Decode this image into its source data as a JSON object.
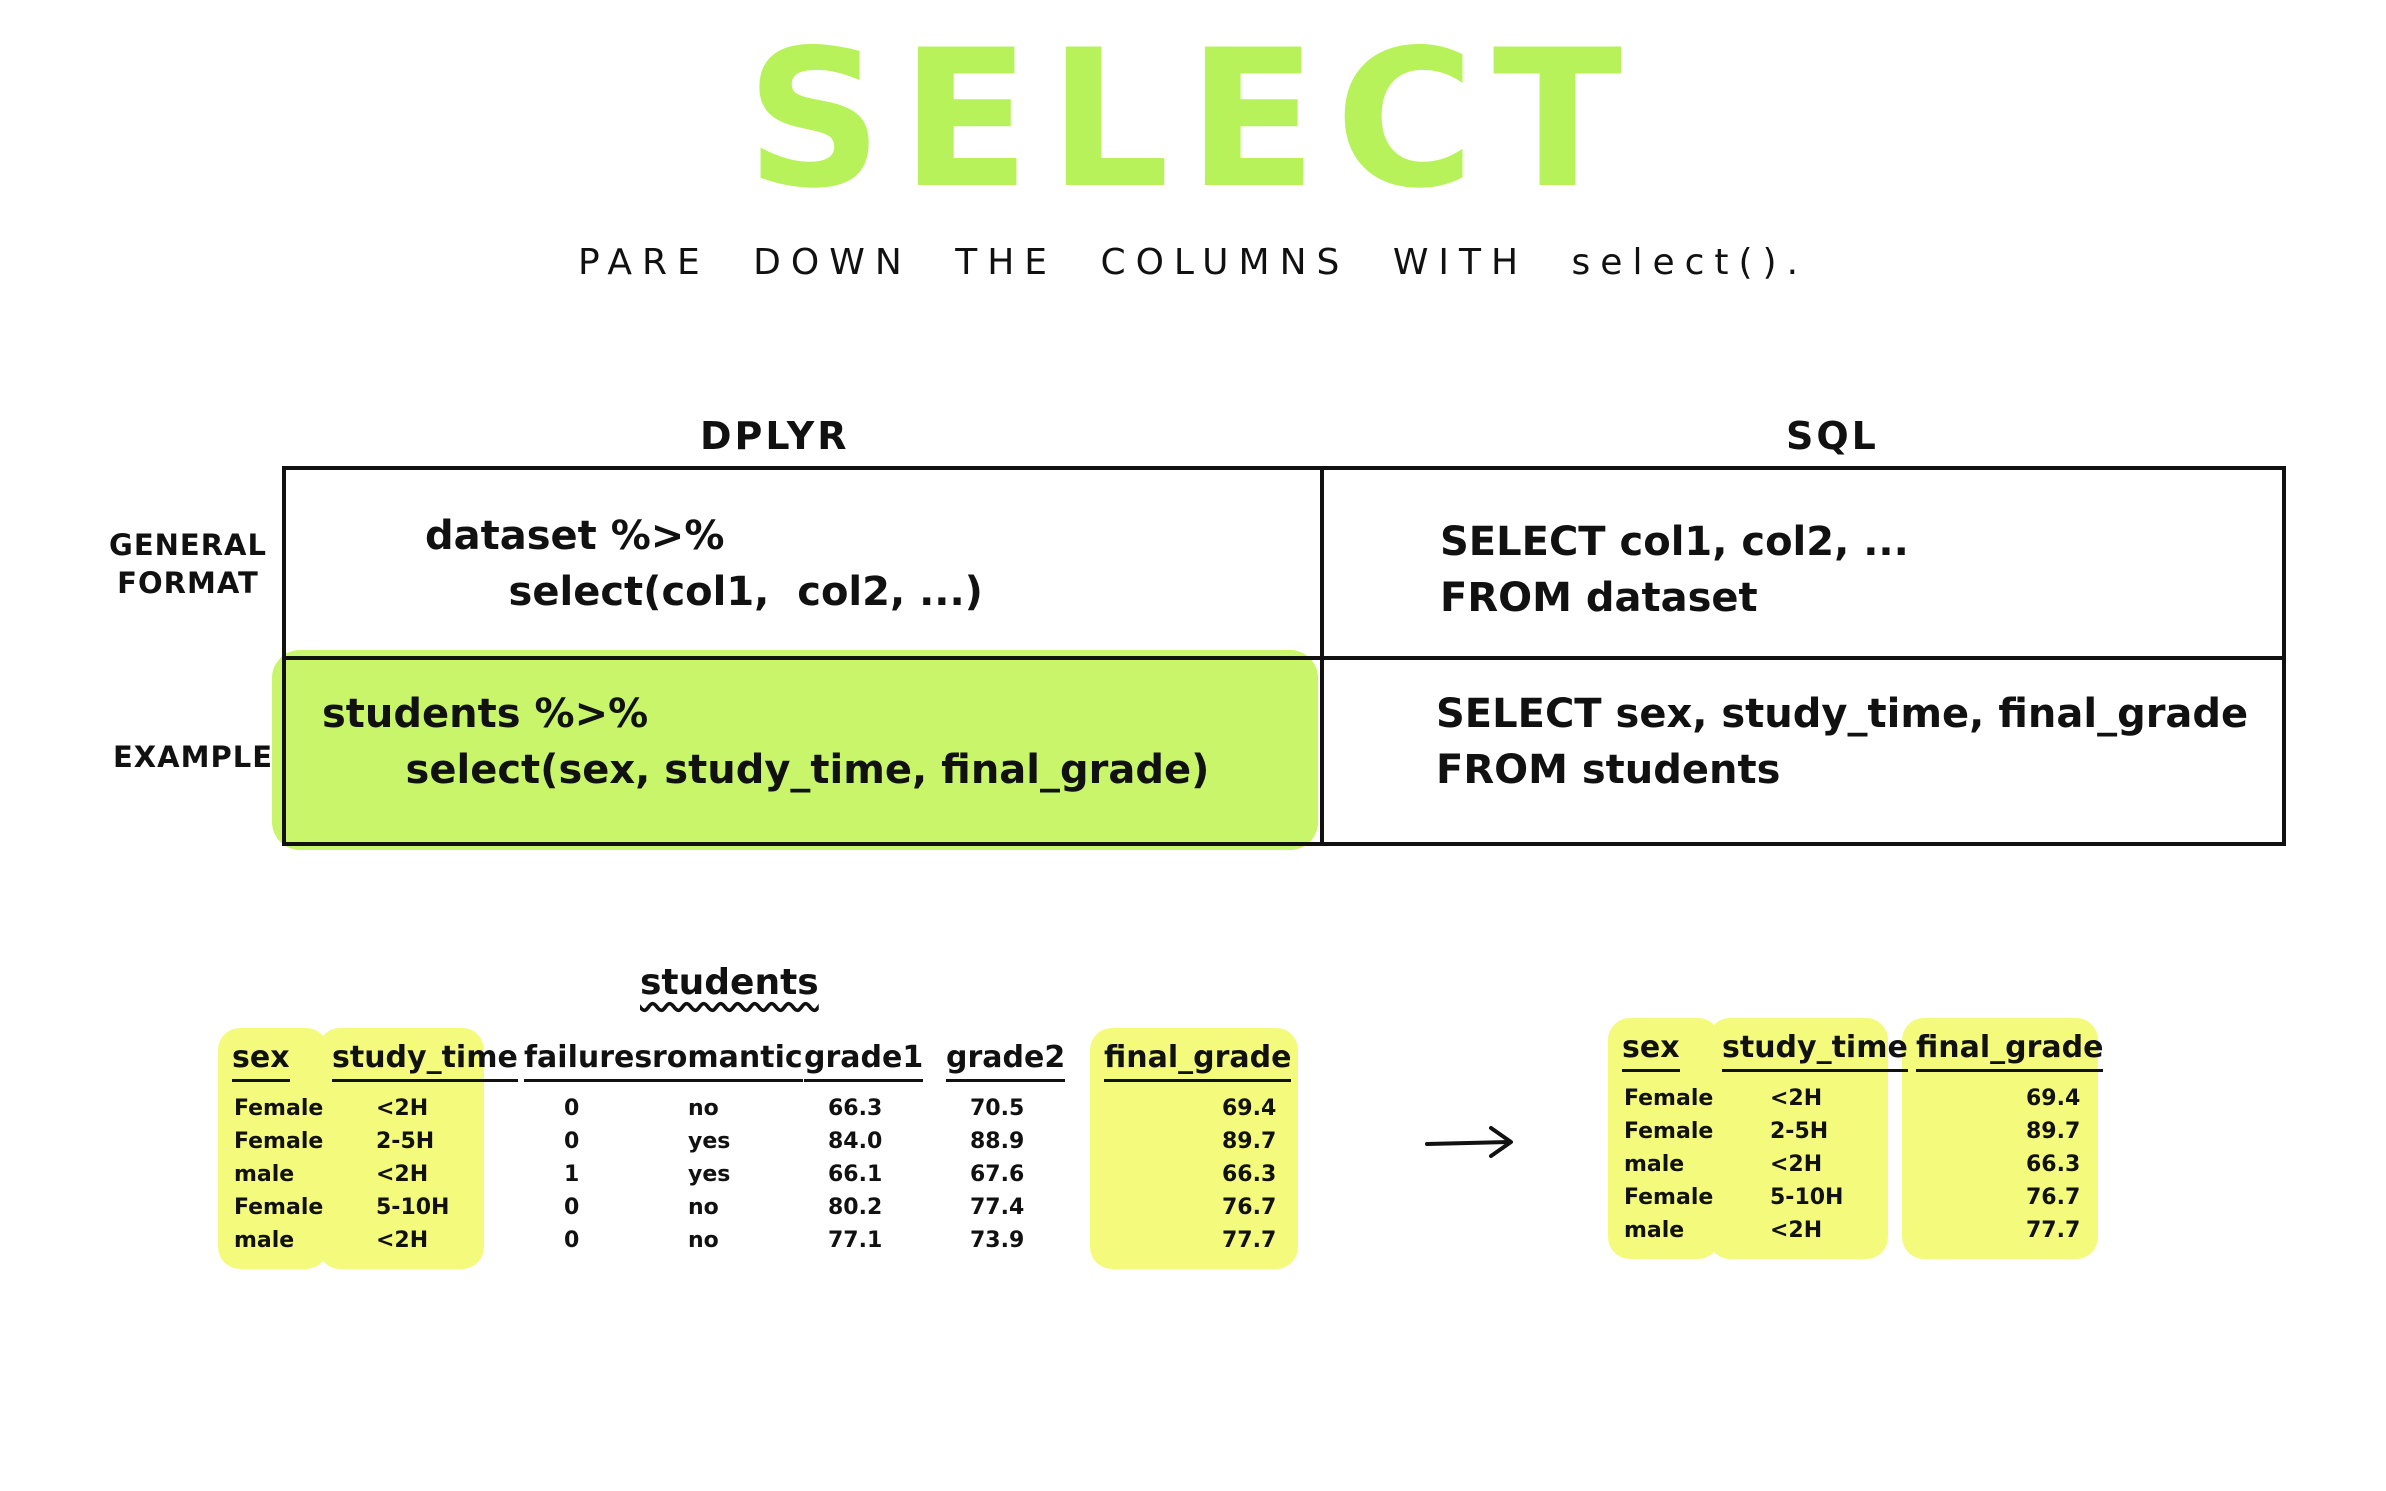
{
  "title": "SELECT",
  "subtitle": "PARE DOWN THE COLUMNS WITH select().",
  "colors": {
    "highlight_green": "#c8f56a",
    "highlight_yellow": "#f4fb7c",
    "title_green": "#b7f25a"
  },
  "comparison": {
    "dplyr_header": "DPLYR",
    "sql_header": "SQL",
    "general_label_line1": "GENERAL",
    "general_label_line2": "FORMAT",
    "example_label": "EXAMPLE",
    "dplyr_general": "dataset %>%\n      select(col1,  col2, ...)",
    "sql_general": "SELECT col1, col2, ...\nFROM dataset",
    "dplyr_example": "students %>%\n      select(sex, study_time, final_grade)",
    "sql_example": "SELECT sex, study_time, final_grade\nFROM students"
  },
  "students_table": {
    "name": "students",
    "headers": [
      "sex",
      "study_time",
      "failures",
      "romantic",
      "grade1",
      "grade2",
      "final_grade"
    ],
    "rows": [
      [
        "Female",
        "<2H",
        "0",
        "no",
        "66.3",
        "70.5",
        "69.4"
      ],
      [
        "Female",
        "2-5H",
        "0",
        "yes",
        "84.0",
        "88.9",
        "89.7"
      ],
      [
        "male",
        "<2H",
        "1",
        "yes",
        "66.1",
        "67.6",
        "66.3"
      ],
      [
        "Female",
        "5-10H",
        "0",
        "no",
        "80.2",
        "77.4",
        "76.7"
      ],
      [
        "male",
        "<2H",
        "0",
        "no",
        "77.1",
        "73.9",
        "77.7"
      ]
    ]
  },
  "result_table": {
    "headers": [
      "sex",
      "study_time",
      "final_grade"
    ],
    "rows": [
      [
        "Female",
        "<2H",
        "69.4"
      ],
      [
        "Female",
        "2-5H",
        "89.7"
      ],
      [
        "male",
        "<2H",
        "66.3"
      ],
      [
        "Female",
        "5-10H",
        "76.7"
      ],
      [
        "male",
        "<2H",
        "77.7"
      ]
    ]
  },
  "arrow_icon": "right-arrow-icon"
}
